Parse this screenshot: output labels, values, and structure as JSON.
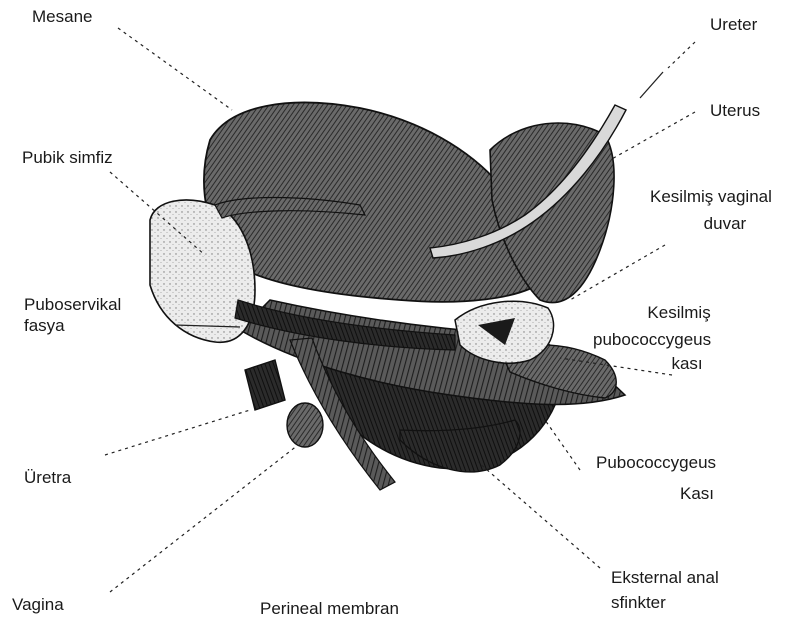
{
  "labels": {
    "mesane": "Mesane",
    "ureter": "Ureter",
    "uterus": "Uterus",
    "pubik_simfiz": "Pubik simfiz",
    "kesilmis_vaginal_duvar_1": "Kesilmiş vaginal",
    "kesilmis_vaginal_duvar_2": "duvar",
    "puboservikal_fasya_1": "Puboservikal",
    "puboservikal_fasya_2": "fasya",
    "kesilmis_pubococcygeus_1": "Kesilmiş",
    "kesilmis_pubococcygeus_2": "pubococcygeus",
    "kesilmis_pubococcygeus_3": "kası",
    "uretra": "Üretra",
    "pubococcygeus_kasi_1": "Pubococcygeus",
    "pubococcygeus_kasi_2": "Kası",
    "vagina": "Vagina",
    "perineal_membran": "Perineal membran",
    "eksternal_anal_1": "Eksternal anal",
    "eksternal_anal_2": "sfinkter"
  }
}
